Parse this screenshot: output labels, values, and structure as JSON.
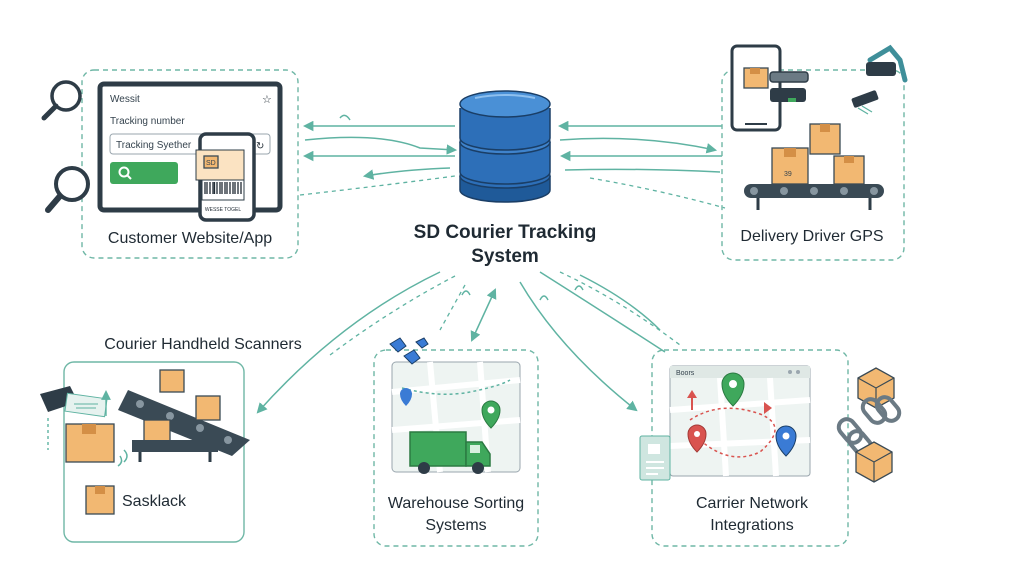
{
  "center": {
    "title_line1": "SD Courier Tracking",
    "title_line2": "System"
  },
  "nodes": {
    "customer": {
      "label": "Customer Website/App",
      "window_title": "Wessit",
      "field_label": "Tracking number",
      "field_value": "Tracking Syether",
      "phone_box_text": "SD",
      "barcode_caption": "WESSE TOGEL"
    },
    "driver": {
      "label": "Delivery Driver GPS",
      "box_label": "39"
    },
    "scanners": {
      "label": "Courier Handheld Scanners",
      "item_label": "Sasklack"
    },
    "warehouse": {
      "label_line1": "Warehouse Sorting",
      "label_line2": "Systems"
    },
    "carrier": {
      "label_line1": "Carrier Network",
      "label_line2": "Integrations",
      "map_title": "Boors"
    }
  },
  "colors": {
    "accent": "#5fb3a2",
    "database": "#2d6fb8",
    "box": "#f2b872",
    "truck": "#3fa85c",
    "pin_green": "#3fa85c",
    "pin_red": "#d9534f",
    "pin_blue": "#3a7bd5"
  },
  "icons": [
    "database-icon",
    "search-icon",
    "magnifier-icon",
    "barcode-icon",
    "phone-icon",
    "robot-arm-icon",
    "conveyor-icon",
    "package-icon",
    "map-pin-icon",
    "truck-icon",
    "chain-link-icon",
    "drone-icon"
  ]
}
